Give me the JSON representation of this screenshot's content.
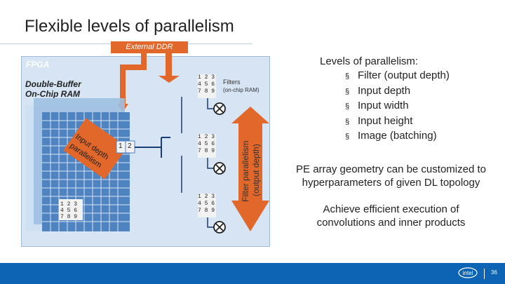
{
  "slide": {
    "title": "Flexible levels of parallelism",
    "page_number": "36"
  },
  "diagram": {
    "external_ddr": "External DDR",
    "fpga_label": "FPGA",
    "buffer_label_line1": "Double-Buffer",
    "buffer_label_line2": "On-Chip RAM",
    "filters_label": "Filters",
    "filters_sublabel": "(on-chip RAM)",
    "input_depth_label": "Input depth",
    "parallelism_label": "parallelism",
    "filter_rows": [
      "1 2 3",
      "4 5 6",
      "7 8 9"
    ],
    "small_cell_1": "1",
    "small_cell_2": "2",
    "vertical_label_line1": "Filter parallelism",
    "vertical_label_line2": "(output depth)",
    "colors": {
      "ddr_orange": "#e1672a",
      "fpga_fill": "#d6e4f3",
      "grid_blue": "#4f84c0",
      "grid_light": "#9fc0e2",
      "footer_blue": "#0d64b4"
    }
  },
  "levels": {
    "heading": "Levels of parallelism:",
    "bullet_glyph": "§",
    "items": [
      "Filter (output depth)",
      "Input depth",
      "Input width",
      "Input height",
      "Image (batching)"
    ]
  },
  "notes": {
    "pe_line1": "PE array geometry can be customized to",
    "pe_line2": "hyperparameters of given DL topology",
    "ach_line1": "Achieve efficient execution of",
    "ach_line2": "convolutions and inner products"
  },
  "footer": {
    "logo_text": "intel",
    "logo_icon": "intel-logo-icon"
  }
}
